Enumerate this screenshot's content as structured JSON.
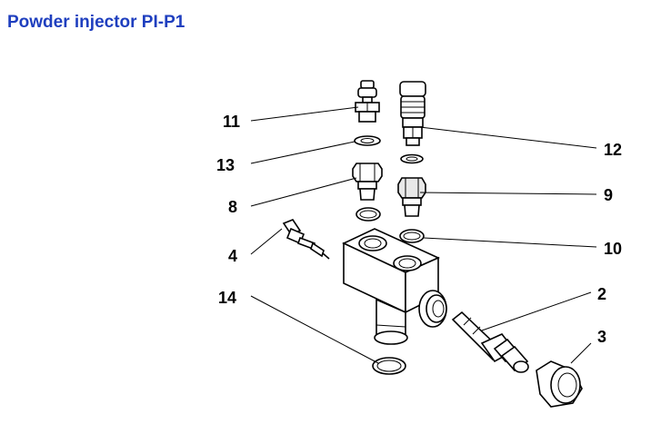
{
  "title": "Powder injector PI-P1",
  "callouts": {
    "c11": "11",
    "c13": "13",
    "c8": "8",
    "c4": "4",
    "c14": "14",
    "c12": "12",
    "c9": "9",
    "c10": "10",
    "c2": "2",
    "c3": "3"
  }
}
